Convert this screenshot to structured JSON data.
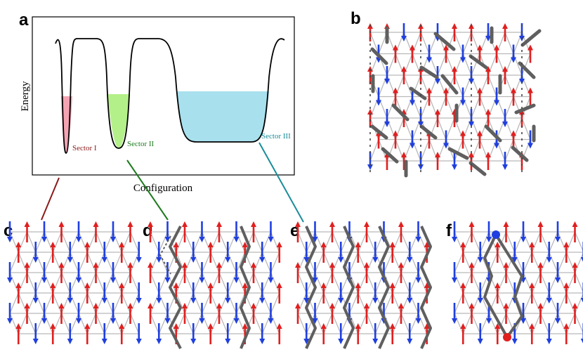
{
  "panels": {
    "a": "a",
    "b": "b",
    "c": "c",
    "d": "d",
    "e": "e",
    "f": "f"
  },
  "energy_plot": {
    "xlabel": "Configuration",
    "ylabel": "Energy",
    "sectors": [
      {
        "label": "Sector I",
        "fill": "#f4a3b3",
        "text_color": "#8b1a1a",
        "connector_color": "#8b1a1a"
      },
      {
        "label": "Sector II",
        "fill": "#b4f08a",
        "text_color": "#1e7a1e",
        "connector_color": "#1e7a1e"
      },
      {
        "label": "Sector III",
        "fill": "#a8e0ee",
        "text_color": "#1a8c9a",
        "connector_color": "#1a8c9a"
      }
    ]
  },
  "colors": {
    "spin_up": "#e11f1f",
    "spin_down": "#1f3fe0",
    "lattice": "#b9b9b9",
    "dimer": "#5f5f5f",
    "defect": "#e11f1f",
    "defect_top": "#1f3fe0"
  }
}
